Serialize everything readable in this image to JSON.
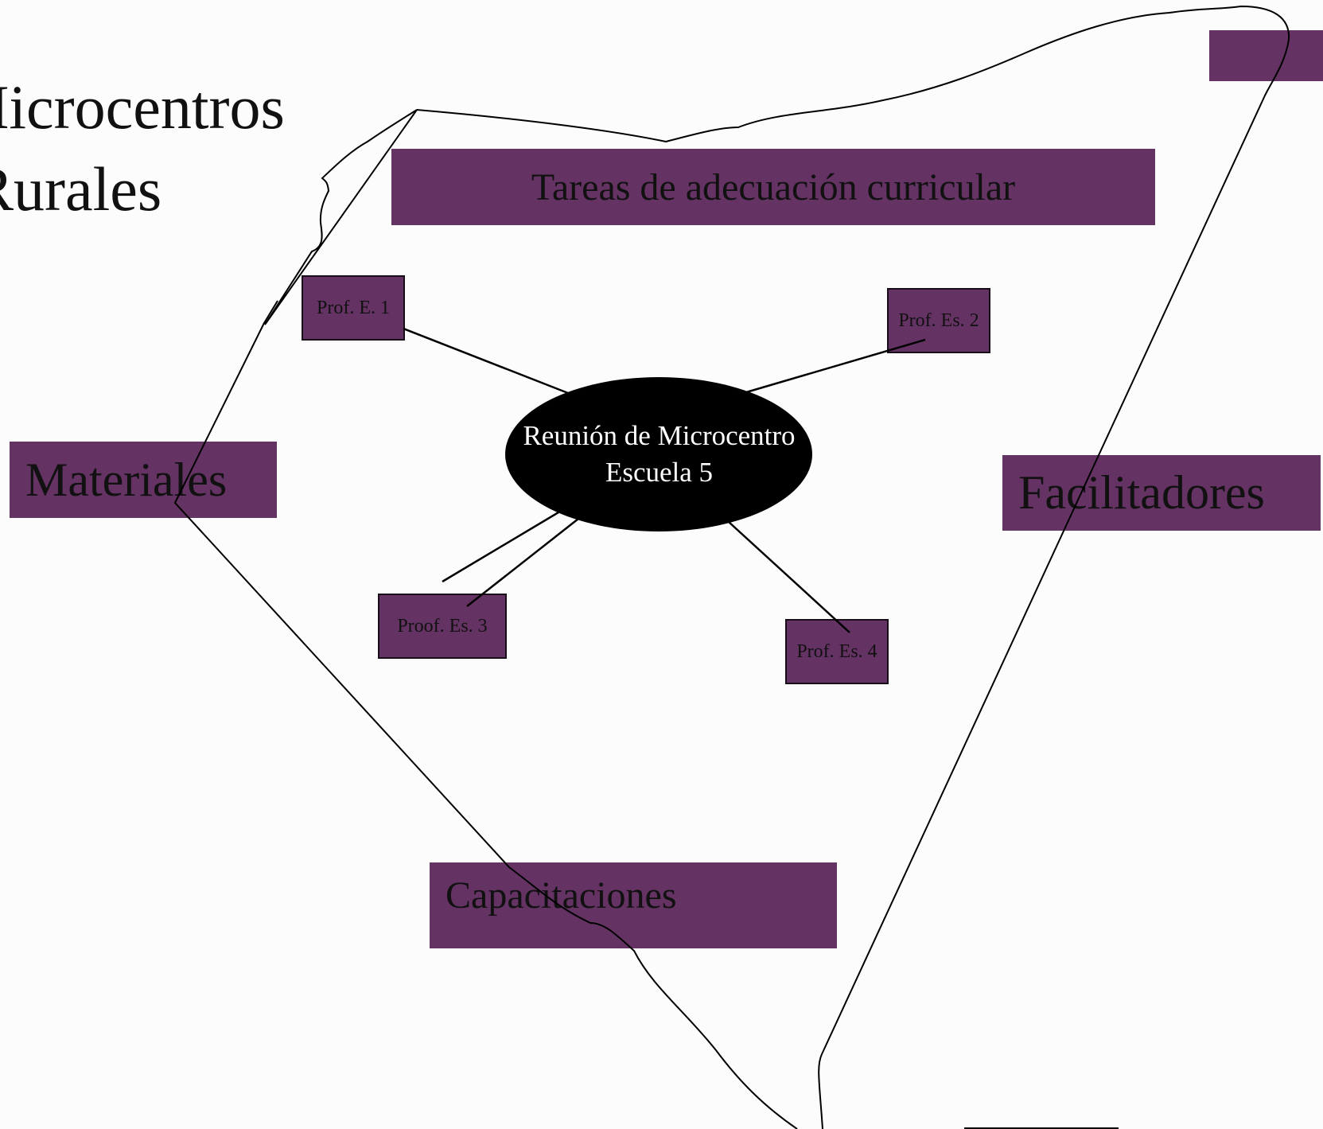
{
  "title": {
    "line1": "Microcentros",
    "line2": "Rurales"
  },
  "colors": {
    "background": "#fdfcfd",
    "box_fill": "#643263",
    "hub_fill": "#000000",
    "hub_text": "#ffffff",
    "line": "#000000"
  },
  "center_node": {
    "line1": "Reunión de Microcentro",
    "line2": "Escuela 5"
  },
  "teacher_nodes": [
    {
      "label": "Prof. E. 1"
    },
    {
      "label": "Prof. Es. 2"
    },
    {
      "label": "Proof. Es. 3"
    },
    {
      "label": "Prof. Es. 4"
    }
  ],
  "topic_blocks": {
    "curricular": "Tareas de adecuación curricular",
    "materials": "Materiales",
    "facilitators": "Facilitadores",
    "training": "Capacitaciones"
  }
}
